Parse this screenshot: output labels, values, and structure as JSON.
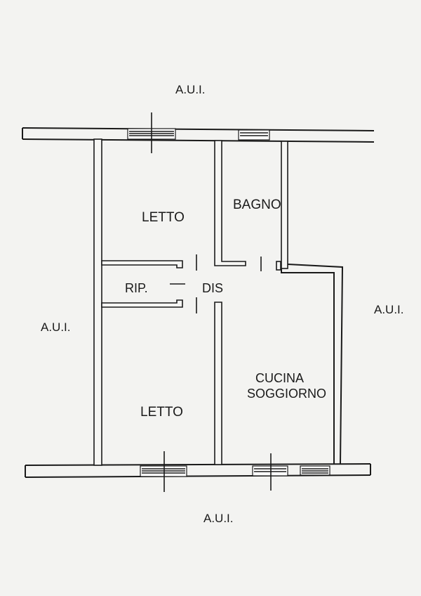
{
  "labels": {
    "neighbor_top": "A.U.I.",
    "neighbor_left": "A.U.I.",
    "neighbor_right": "A.U.I.",
    "neighbor_bottom": "A.U.I.",
    "room_bedroom_top": "LETTO",
    "room_bathroom": "BAGNO",
    "room_storage": "RIP.",
    "room_hallway": "DIS",
    "room_kitchen_line1": "CUCINA",
    "room_kitchen_line2": "SOGGIORNO",
    "room_bedroom_bottom": "LETTO"
  }
}
